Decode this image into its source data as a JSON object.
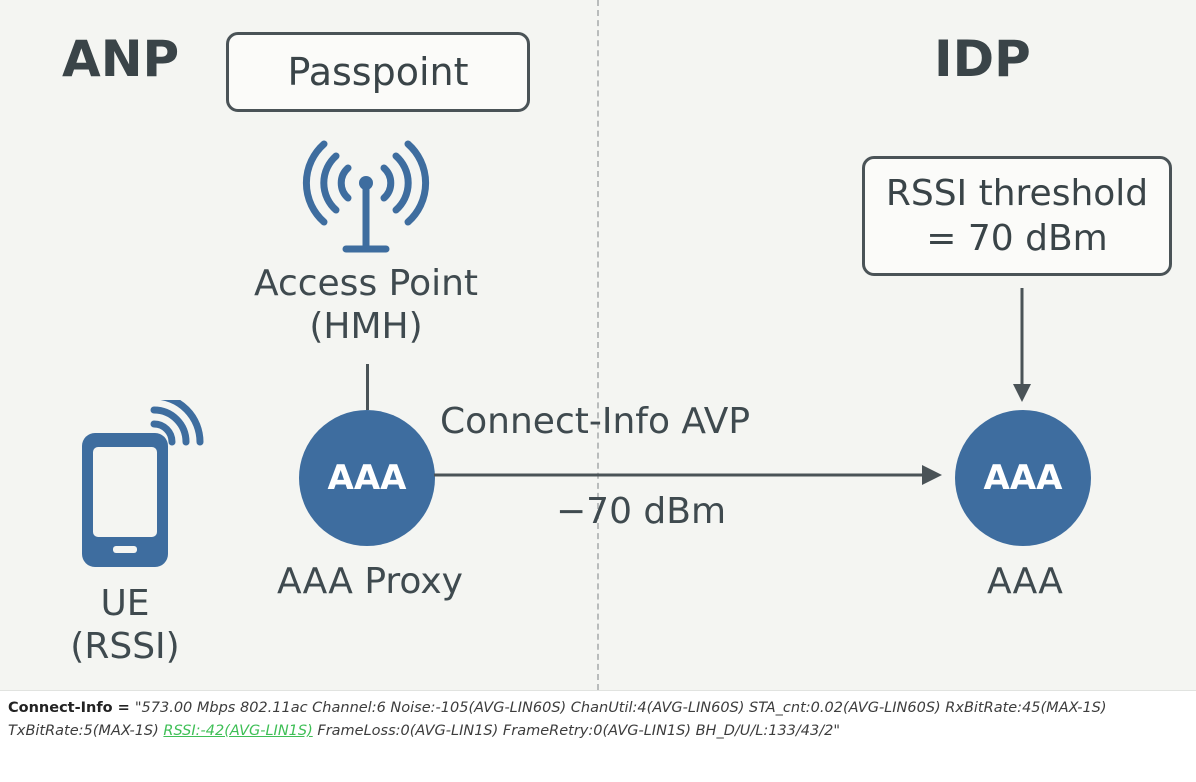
{
  "left_domain": "ANP",
  "right_domain": "IDP",
  "passpoint_label": "Passpoint",
  "access_point": {
    "line1": "Access Point",
    "line2": "(HMH)"
  },
  "ue": {
    "line1": "UE",
    "line2": "(RSSI)"
  },
  "aaa_proxy": {
    "circle_text": "AAA",
    "label": "AAA Proxy"
  },
  "aaa_server": {
    "circle_text": "AAA",
    "label": "AAA"
  },
  "threshold": {
    "line1": "RSSI threshold",
    "line2": "= 70 dBm"
  },
  "arrow": {
    "top_label": "Connect-Info AVP",
    "bottom_label": "−70 dBm"
  },
  "connect_info": {
    "key": "Connect-Info",
    "equals": " = ",
    "part1": "\"573.00 Mbps 802.11ac Channel:6 Noise:-105(AVG-LIN60S) ChanUtil:4(AVG-LIN60S) STA_cnt:0.02(AVG-LIN60S) RxBitRate:45(MAX-1S) TxBitRate:5(MAX-1S) ",
    "rssi": "RSSI:-42(AVG-LIN1S)",
    "part2": " FrameLoss:0(AVG-LIN1S) FrameRetry:0(AVG-LIN1S) BH_D/U/L:133/43/2\""
  },
  "colors": {
    "node_fill": "#3e6d9f",
    "antenna": "#3e6d9f",
    "rssi_highlight": "#3fbf56"
  }
}
